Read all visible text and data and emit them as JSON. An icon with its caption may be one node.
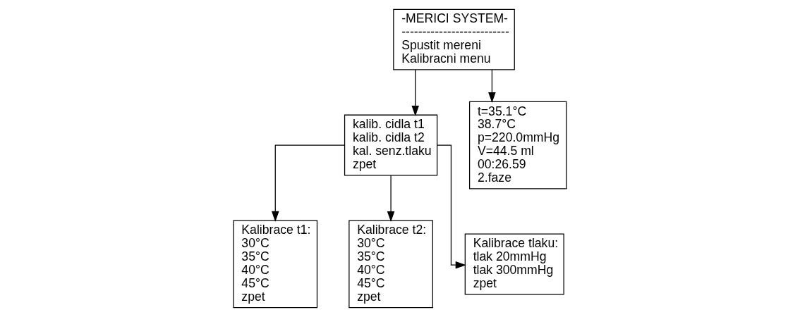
{
  "diagram": {
    "nodes": [
      {
        "text": [
          "-MERICI SYSTEM-",
          "--------------------------",
          "Spustit mereni",
          "Kalibracni menu"
        ]
      },
      {
        "text": [
          "kalib. cidla t1",
          "kalib. cidla t2",
          "kal. senz.tlaku",
          "zpet"
        ]
      },
      {
        "text": [
          "t=35.1°C",
          "38.7°C",
          "p=220.0mmHg",
          "V=44.5 ml",
          "00:26.59",
          "2.faze"
        ]
      },
      {
        "text": [
          "Kalibrace t1:",
          "30°C",
          "35°C",
          "40°C",
          "45°C",
          "zpet"
        ]
      },
      {
        "text": [
          "Kalibrace t2:",
          "30°C",
          "35°C",
          "40°C",
          "45°C",
          "zpet"
        ]
      },
      {
        "text": [
          "Kalibrace tlaku:",
          "tlak 20mmHg",
          "tlak 300mmHg",
          "zpet"
        ]
      }
    ],
    "edges": [
      {
        "from": 0,
        "to": 1,
        "arrow": "to"
      },
      {
        "from": 0,
        "to": 2,
        "arrow": "to"
      },
      {
        "from": 1,
        "to": 3,
        "arrow": "to"
      },
      {
        "from": 1,
        "to": 4,
        "arrow": "to"
      },
      {
        "from": 1,
        "to": 5,
        "arrow": "to"
      }
    ]
  }
}
